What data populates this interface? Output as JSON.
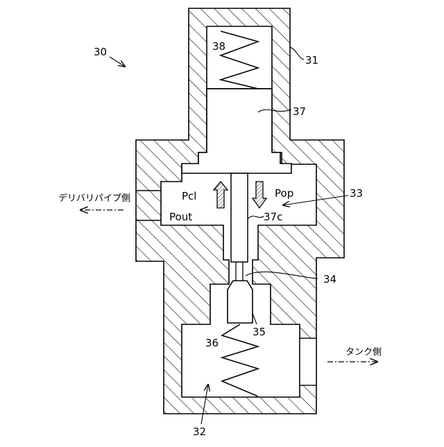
{
  "figure": {
    "assembly_label": "30",
    "labels": {
      "housing": "31",
      "lower_chamber": "32",
      "valve_chamber": "33",
      "valve_seat": "34",
      "valve_body": "35",
      "lower_spring": "36",
      "piston": "37",
      "piston_rod": "37c",
      "upper_spring": "38"
    },
    "pressures": {
      "closing": "Pcl",
      "opening": "Pop",
      "outlet": "Pout"
    },
    "directions": {
      "delivery_side": "デリバリパイプ側",
      "tank_side": "タンク側"
    }
  }
}
